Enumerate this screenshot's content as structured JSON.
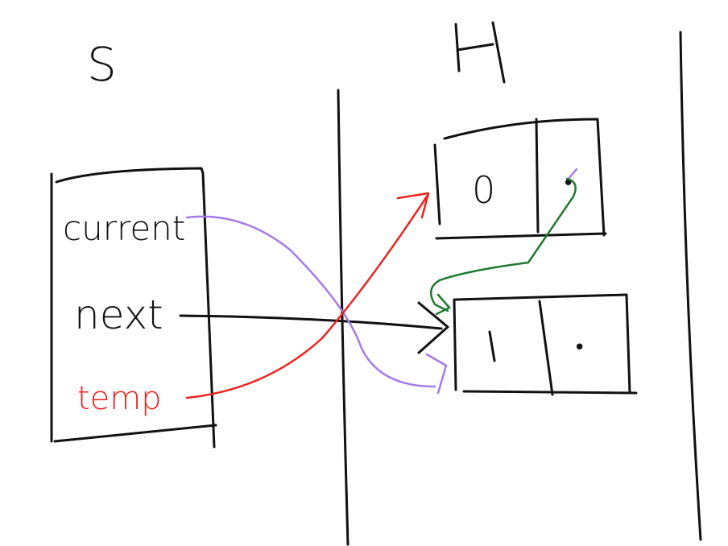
{
  "stack": {
    "title": "S",
    "vars": [
      {
        "name": "current",
        "color": "#000000"
      },
      {
        "name": "next",
        "color": "#000000"
      },
      {
        "name": "temp",
        "color": "#e8231f"
      }
    ]
  },
  "heap": {
    "title": "H",
    "nodes": [
      {
        "value": "0",
        "pointer": "•"
      },
      {
        "value": "1",
        "pointer": "•"
      }
    ]
  },
  "colors": {
    "ink": "#111111",
    "current_arrow": "#a57be8",
    "next_arrow": "#111111",
    "temp_arrow": "#e8231f",
    "link_arrow": "#1e7a2e"
  }
}
